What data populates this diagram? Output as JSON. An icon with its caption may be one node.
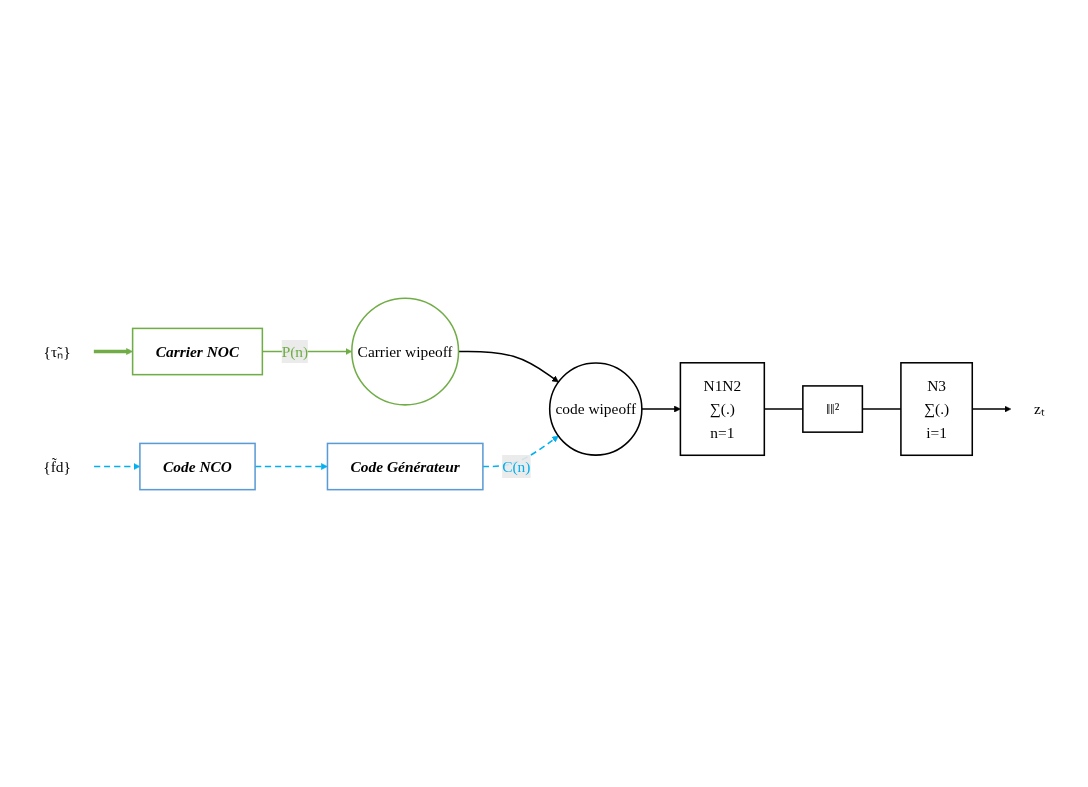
{
  "diagram": {
    "nodes": [
      {
        "text": [
          "Carrier wipeoff"
        ]
      },
      {
        "text": [
          "code wipeoff"
        ]
      },
      {
        "text": [
          "N1N2",
          "∑(.)",
          "n=1"
        ]
      },
      {
        "text": [
          "‖‖²"
        ]
      },
      {
        "text": [
          "N3",
          "∑(.)",
          "i=1"
        ]
      },
      {
        "text": [
          "zₜ"
        ]
      },
      {
        "text": [
          "Code Générateur"
        ]
      },
      {
        "text": [
          "Code NCO"
        ]
      },
      {
        "text": [
          "{f̃d}"
        ]
      },
      {
        "text": [
          "Carrier NOC"
        ]
      },
      {
        "text": [
          "{τ̃ₙ}"
        ]
      }
    ],
    "edges": [
      {
        "from": 0,
        "to": 1,
        "arrow": "to"
      },
      {
        "from": 1,
        "to": 2,
        "arrow": "to"
      },
      {
        "from": 2,
        "to": 3,
        "arrow": "none"
      },
      {
        "from": 3,
        "to": 4,
        "arrow": "none"
      },
      {
        "from": 4,
        "to": 5,
        "arrow": "to"
      },
      {
        "from": 6,
        "to": 1,
        "arrow": "to",
        "label": "C(n)",
        "style": "dashed",
        "color": "#00b0f0"
      },
      {
        "from": 7,
        "to": 6,
        "arrow": "to",
        "style": "dashed",
        "color": "#00b0f0"
      },
      {
        "from": 8,
        "to": 7,
        "arrow": "to",
        "style": "dashed",
        "color": "#00b0f0"
      },
      {
        "from": 9,
        "to": 0,
        "arrow": "to",
        "label": "P(n)",
        "color": "#70ad47"
      },
      {
        "from": 10,
        "to": 9,
        "arrow": "to",
        "style": "thick",
        "color": "#70ad47"
      }
    ]
  }
}
